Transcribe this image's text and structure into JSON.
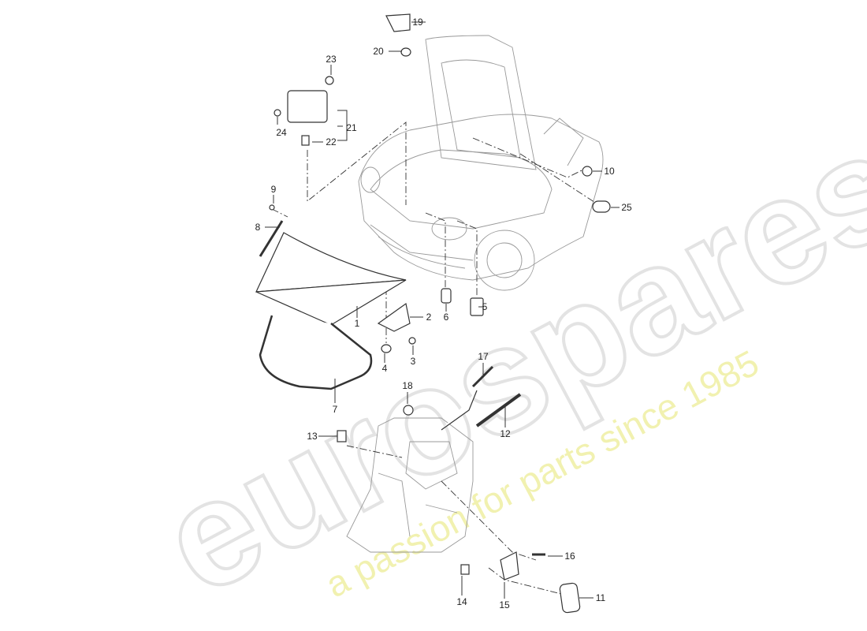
{
  "watermark": {
    "brand": "eurospares",
    "tagline": "a passion for parts since 1985",
    "brand_color": "#e6e6e6",
    "tagline_color": "#f0f0a0"
  },
  "callouts": [
    "1",
    "2",
    "3",
    "4",
    "5",
    "6",
    "7",
    "8",
    "9",
    "10",
    "11",
    "12",
    "13",
    "14",
    "15",
    "16",
    "17",
    "18",
    "19",
    "20",
    "21",
    "22",
    "23",
    "24",
    "25"
  ]
}
